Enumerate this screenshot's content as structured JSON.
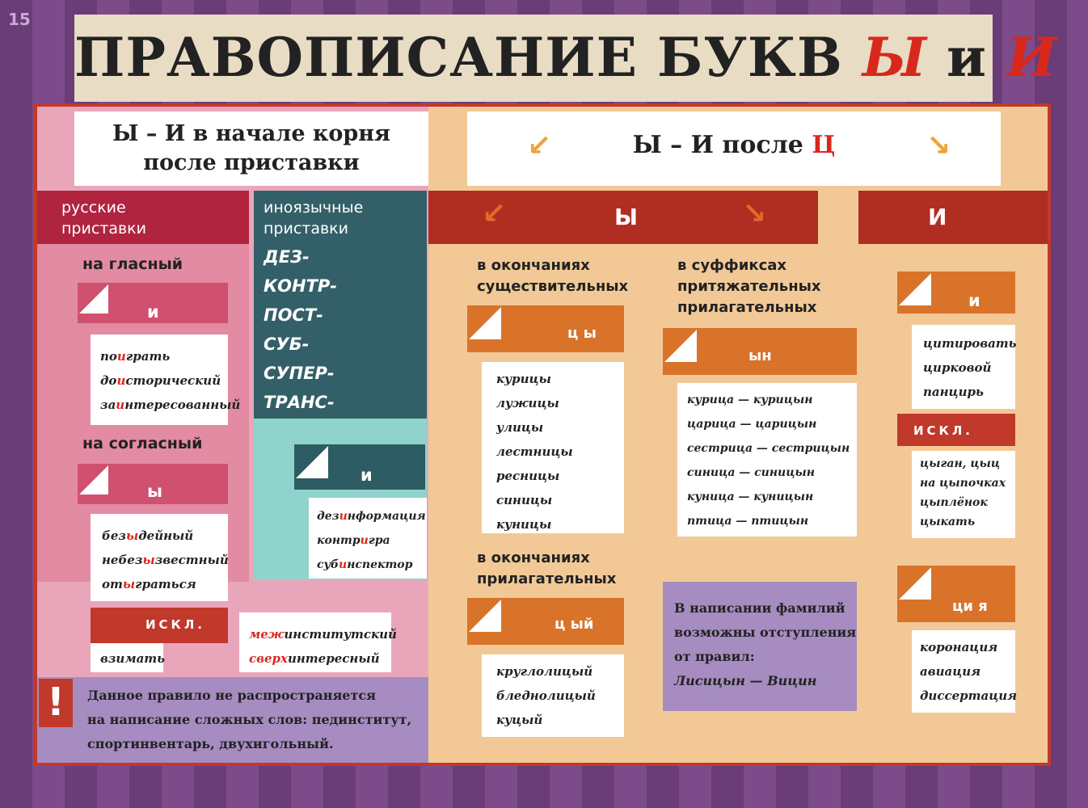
{
  "page_number": "15",
  "title": {
    "main": "ПРАВОПИСАНИЕ БУКВ ",
    "y": "Ы",
    "and": " и ",
    "i": "И"
  },
  "left_header": {
    "line1": "Ы – И в начале корня",
    "line2": "после приставки"
  },
  "right_header": {
    "pre": "Ы – И после ",
    "c": "Ц"
  },
  "russian_prefixes": {
    "label_line1": "русские",
    "label_line2": "приставки",
    "vowel_label": "на гласный",
    "vowel_letter": "и",
    "vowel_words": [
      {
        "pre": "по",
        "r": "и",
        "post": "грать"
      },
      {
        "pre": "до",
        "r": "и",
        "post": "сторический"
      },
      {
        "pre": "за",
        "r": "и",
        "post": "нтересованный"
      }
    ],
    "consonant_label": "на согласный",
    "consonant_letter": "ы",
    "consonant_words": [
      {
        "pre": "без",
        "r": "ы",
        "post": "дейный"
      },
      {
        "pre": "небез",
        "r": "ы",
        "post": "звестный"
      },
      {
        "pre": "от",
        "r": "ы",
        "post": "граться"
      }
    ],
    "exception_label": "ИСКЛ.",
    "exception_word": "взимать"
  },
  "foreign_prefixes": {
    "label_line1": "иноязычные",
    "label_line2": "приставки",
    "list": [
      "ДЕЗ-",
      "КОНТР-",
      "ПОСТ-",
      "СУБ-",
      "СУПЕР-",
      "ТРАНС-"
    ],
    "letter": "и",
    "words": [
      {
        "pre": "дез",
        "r": "и",
        "post": "нформация"
      },
      {
        "pre": "контр",
        "r": "и",
        "post": "гра"
      },
      {
        "pre": "суб",
        "r": "и",
        "post": "нспектор"
      }
    ],
    "extra_words": [
      {
        "pre": "меж",
        "r": "и",
        "post": "нститутский"
      },
      {
        "pre": "сверх",
        "r": "и",
        "post": "нтересный"
      }
    ]
  },
  "y_band": "Ы",
  "i_band": "И",
  "noun_endings": {
    "header_line1": "в окончаниях",
    "header_line2": "существительных",
    "scheme": "ц ы",
    "words": [
      "курицы",
      "лужицы",
      "улицы",
      "лестницы",
      "ресницы",
      "синицы",
      "куницы"
    ]
  },
  "adj_endings": {
    "header_line1": "в окончаниях",
    "header_line2": "прилагательных",
    "scheme": "ц ый",
    "words": [
      "круглолицый",
      "бледнолицый",
      "куцый"
    ]
  },
  "possessive_suffix": {
    "header_line1": "в суффиксах",
    "header_line2": "притяжательных",
    "header_line3": "прилагательных",
    "scheme": "ын",
    "pairs": [
      "курица — курицын",
      "царица — царицын",
      "сестрица — сестрицын",
      "синица — синицын",
      "куница — куницын",
      "птица — птицын"
    ]
  },
  "surname_note": {
    "line1": "В написании фамилий",
    "line2": "возможны отступления",
    "line3": "от правил:",
    "example": "Лисицын — Вицин"
  },
  "i_column": {
    "letter": "и",
    "words": [
      "цитировать",
      "цирковой",
      "панцирь"
    ],
    "exception_label": "ИСКЛ.",
    "exceptions": [
      "цыган, цыц",
      "на цыпочках",
      "цыплёнок",
      "цыкать"
    ],
    "scheme": "ци я",
    "ya_words": [
      "коронация",
      "авиация",
      "диссертация"
    ]
  },
  "warning": {
    "line1": "Данное правило не распространяется",
    "line2": "на написание сложных слов: пединститут,",
    "line3": "спортинвентарь, двухигольный."
  },
  "colors": {
    "red": "#d8281e",
    "frame": "#6a3c78",
    "pink": "#e9a6ba",
    "orange": "#d9732a",
    "teal": "#2e5c63",
    "peach": "#f2c996"
  }
}
